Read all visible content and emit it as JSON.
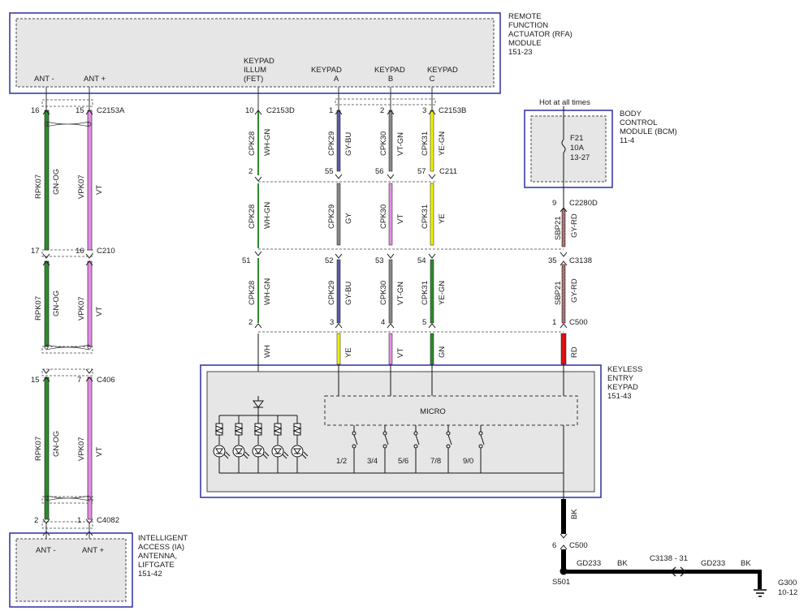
{
  "modules": {
    "rfa": {
      "name": [
        "REMOTE",
        "FUNCTION",
        "ACTUATOR (RFA)",
        "MODULE"
      ],
      "ref": "151-23",
      "pins": [
        "ANT -",
        "ANT +",
        "KEYPAD",
        "ILLUM",
        "(FET)",
        "KEYPAD",
        "A",
        "KEYPAD",
        "B",
        "KEYPAD",
        "C"
      ]
    },
    "bcm": {
      "name": [
        "BODY",
        "CONTROL",
        "MODULE (BCM)"
      ],
      "ref": "11-4",
      "hot": "Hot at all times",
      "fuse": [
        "F21",
        "10A",
        "13-27"
      ]
    },
    "keypad": {
      "name": [
        "KEYLESS",
        "ENTRY",
        "KEYPAD"
      ],
      "ref": "151-43",
      "micro": "MICRO",
      "switches": [
        "1/2",
        "3/4",
        "5/6",
        "7/8",
        "9/0"
      ]
    },
    "ia": {
      "name": [
        "INTELLIGENT",
        "ACCESS (IA)",
        "ANTENNA,",
        "LIFTGATE"
      ],
      "ref": "151-42",
      "pins": [
        "ANT -",
        "ANT +"
      ]
    }
  },
  "connectors": {
    "c2153a": "C2153A",
    "c210": "C210",
    "c406": "C406",
    "c4082": "C4082",
    "c2153d": "C2153D",
    "c2153b": "C2153B",
    "c211": "C211",
    "c2280d": "C2280D",
    "c3138": "C3138",
    "c500a": "C500",
    "c500b": "C500"
  },
  "pins": {
    "left": [
      "16",
      "15",
      "17",
      "16",
      "15",
      "7",
      "2",
      "1"
    ],
    "top": [
      "10",
      "1",
      "2",
      "3",
      "2",
      "55",
      "56",
      "57",
      "9"
    ],
    "mid": [
      "51",
      "52",
      "53",
      "54",
      "35"
    ],
    "bot": [
      "2",
      "3",
      "4",
      "5",
      "1"
    ],
    "g": "6"
  },
  "circuits": {
    "ant_neg": "RPK07",
    "ant_pos": "VPK07",
    "c1": "CPK28",
    "c2": "CPK29",
    "c3": "CPK30",
    "c4": "CPK31",
    "bat": "SBP21"
  },
  "wire_colors": {
    "gnog": "GN-OG",
    "vt": "VT",
    "whgn": "WH-GN",
    "gybu": "GY-BU",
    "vtgn": "VT-GN",
    "yegn": "YE-GN",
    "gy": "GY",
    "ye": "YE",
    "gyrd": "GY-RD",
    "wh": "WH",
    "gn": "GN",
    "rd": "RD",
    "bk": "BK"
  },
  "ground": {
    "splice": "S501",
    "gnd": "G300",
    "gnd_ref": "10-12",
    "circuit": "GD233",
    "color": "BK",
    "ref": "C3138 - 31"
  },
  "colors": {
    "green": "#2e8b2e",
    "violet": "#e58ee6",
    "gray": "#8a8a8a",
    "blue_gray": "#5860a8",
    "yellow": "#f2f200",
    "red": "#e01010",
    "black": "#000000",
    "box_fill": "#e6e6e6",
    "border_blue": "#2b2fa0"
  }
}
